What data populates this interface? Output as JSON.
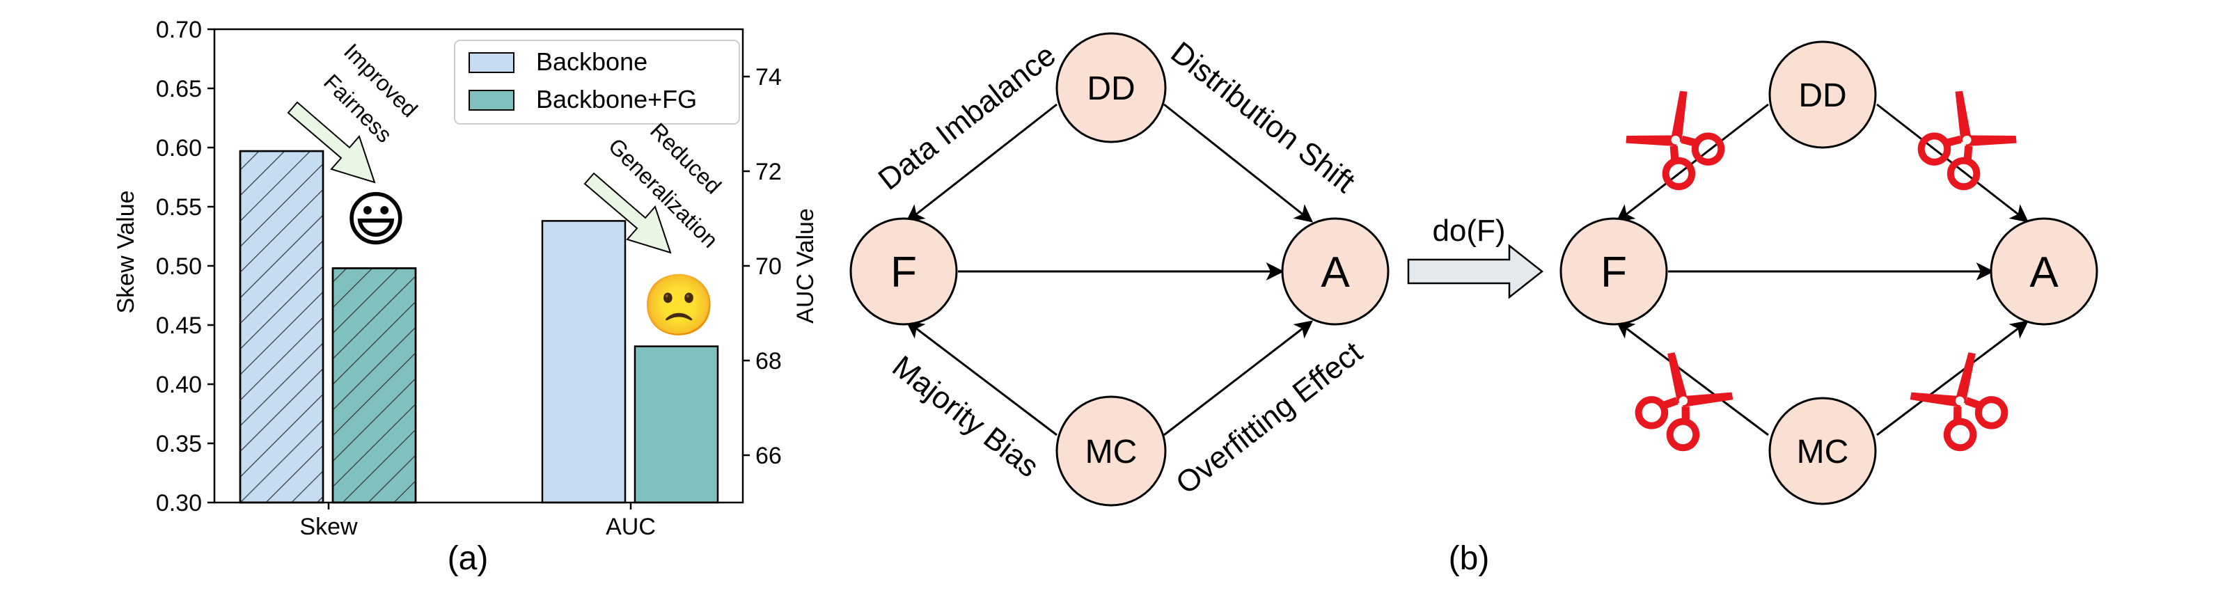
{
  "colors": {
    "backbone": "#c6dcf0",
    "backbone_fg": "#80c0bf",
    "node_fill": "#f9e0d3",
    "arrow_fill": "#eaf6e4",
    "scissors": "#e8171f",
    "do_arrow_fill": "#e4e9ee"
  },
  "chart_data": {
    "type": "bar",
    "categories": [
      "Skew",
      "AUC"
    ],
    "series": [
      {
        "name": "Backbone",
        "values": [
          0.597,
          70.95
        ],
        "hatched": [
          true,
          false
        ]
      },
      {
        "name": "Backbone+FG",
        "values": [
          0.498,
          68.3
        ],
        "hatched": [
          true,
          false
        ]
      }
    ],
    "axes": {
      "left": {
        "label": "Skew Value",
        "ylim": [
          0.3,
          0.7
        ],
        "ticks": [
          "0.30",
          "0.35",
          "0.40",
          "0.45",
          "0.50",
          "0.55",
          "0.60",
          "0.65",
          "0.70"
        ]
      },
      "right": {
        "label": "AUC Value",
        "ylim": [
          65.0,
          75.0
        ],
        "ticks": [
          "66",
          "68",
          "70",
          "72",
          "74"
        ]
      }
    },
    "legend": {
      "placement": "top-right",
      "entries": [
        "Backbone",
        "Backbone+FG"
      ]
    },
    "annotations": [
      {
        "text_lines": [
          "Improved",
          "Fairness"
        ],
        "emoji": "😃"
      },
      {
        "text_lines": [
          "Reduced",
          "Generalization"
        ],
        "emoji": "🙁"
      }
    ],
    "grid": false,
    "panel_label": "(a)"
  },
  "diagram": {
    "panel_label": "(b)",
    "nodes": {
      "dd": "DD",
      "f": "F",
      "a": "A",
      "mc": "MC"
    },
    "edge_labels": {
      "dd_f": "Data Imbalance",
      "dd_a": "Distribution Shift",
      "mc_f": "Majority Bias",
      "mc_a": "Overfitting Effect"
    },
    "intervention": "do(F)",
    "scissor_icon": "scissors-icon"
  }
}
